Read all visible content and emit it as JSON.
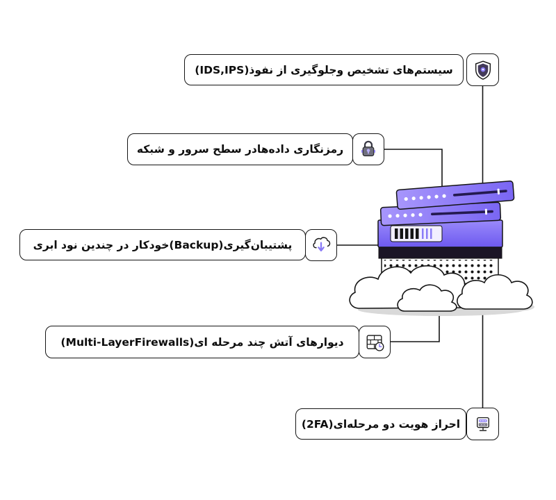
{
  "labels": {
    "ids_ips": "سیستم‌های تشخیص وجلوگیری از نفوذ(IDS,IPS)",
    "encryption": "رمزنگاری داده‌هادر سطح سرور و شبکه",
    "backup": "پشتیبان‌گیری(Backup)خودکار در چندین نود ابری",
    "firewall": "دیوارهای آتش چند مرحله ای(Multi-LayerFirewalls)",
    "two_fa": "احراز هویت دو مرحله‌ای(2FA)"
  },
  "icons": {
    "ids_ips": "shield-icon",
    "encryption": "lock-icon",
    "backup": "cloud-download-icon",
    "firewall": "firewall-shield-icon",
    "two_fa": "server-2fa-icon"
  },
  "colors": {
    "outline": "#141414",
    "purple_light": "#9f8ffb",
    "purple": "#8a7bf7",
    "purple_dark": "#6d59ef",
    "dark_band": "#1b1526",
    "background": "#ffffff"
  }
}
